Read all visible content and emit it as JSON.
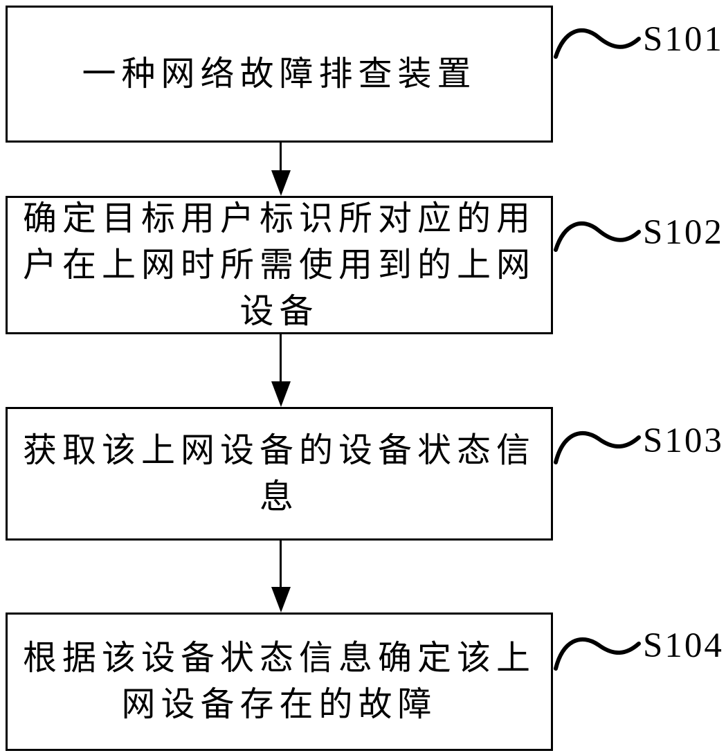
{
  "figure": {
    "type": "flowchart",
    "background_color": "#ffffff",
    "line_color": "#000000",
    "steps": [
      {
        "id": "box-1",
        "text": "一种网络故障排查装置",
        "step_label": "S101"
      },
      {
        "id": "box-2",
        "text": "确定目标用户标识所对应的用户在上网时所需使用到的上网设备",
        "step_label": "S102"
      },
      {
        "id": "box-3",
        "text": "获取该上网设备的设备状态信息",
        "step_label": "S103"
      },
      {
        "id": "box-4",
        "text": "根据该设备状态信息确定该上网设备存在的故障",
        "step_label": "S104"
      }
    ]
  }
}
